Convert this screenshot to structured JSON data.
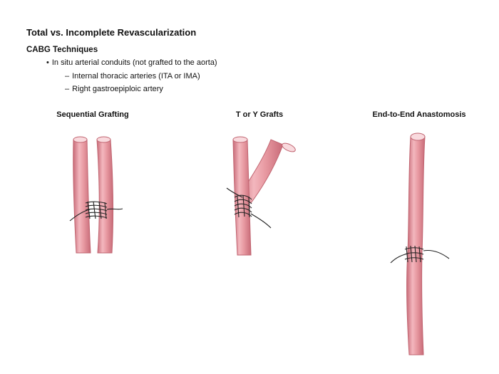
{
  "title": "Total vs. Incomplete Revascularization",
  "subtitle": "CABG Techniques",
  "bullet": {
    "marker": "•",
    "text": "In situ arterial conduits (not grafted to the aorta)"
  },
  "sub_bullets": [
    {
      "marker": "–",
      "text": "Internal thoracic arteries (ITA or IMA)"
    },
    {
      "marker": "–",
      "text": "Right gastroepiploic artery"
    }
  ],
  "panels": [
    {
      "title": "Sequential Grafting",
      "illustration": "two-parallel-vessels-sutured-side-to-side"
    },
    {
      "title": "T or Y Grafts",
      "illustration": "y-shaped-vessel-junction-sutured"
    },
    {
      "title": "End-to-End Anastomosis",
      "illustration": "single-vessel-joined-end-to-end"
    }
  ],
  "colors": {
    "vessel_fill": "#e89aa2",
    "vessel_edge": "#c86b78",
    "vessel_highlight": "#f6c8cd",
    "lumen": "#f9dade",
    "suture": "#222222",
    "text": "#111111"
  }
}
